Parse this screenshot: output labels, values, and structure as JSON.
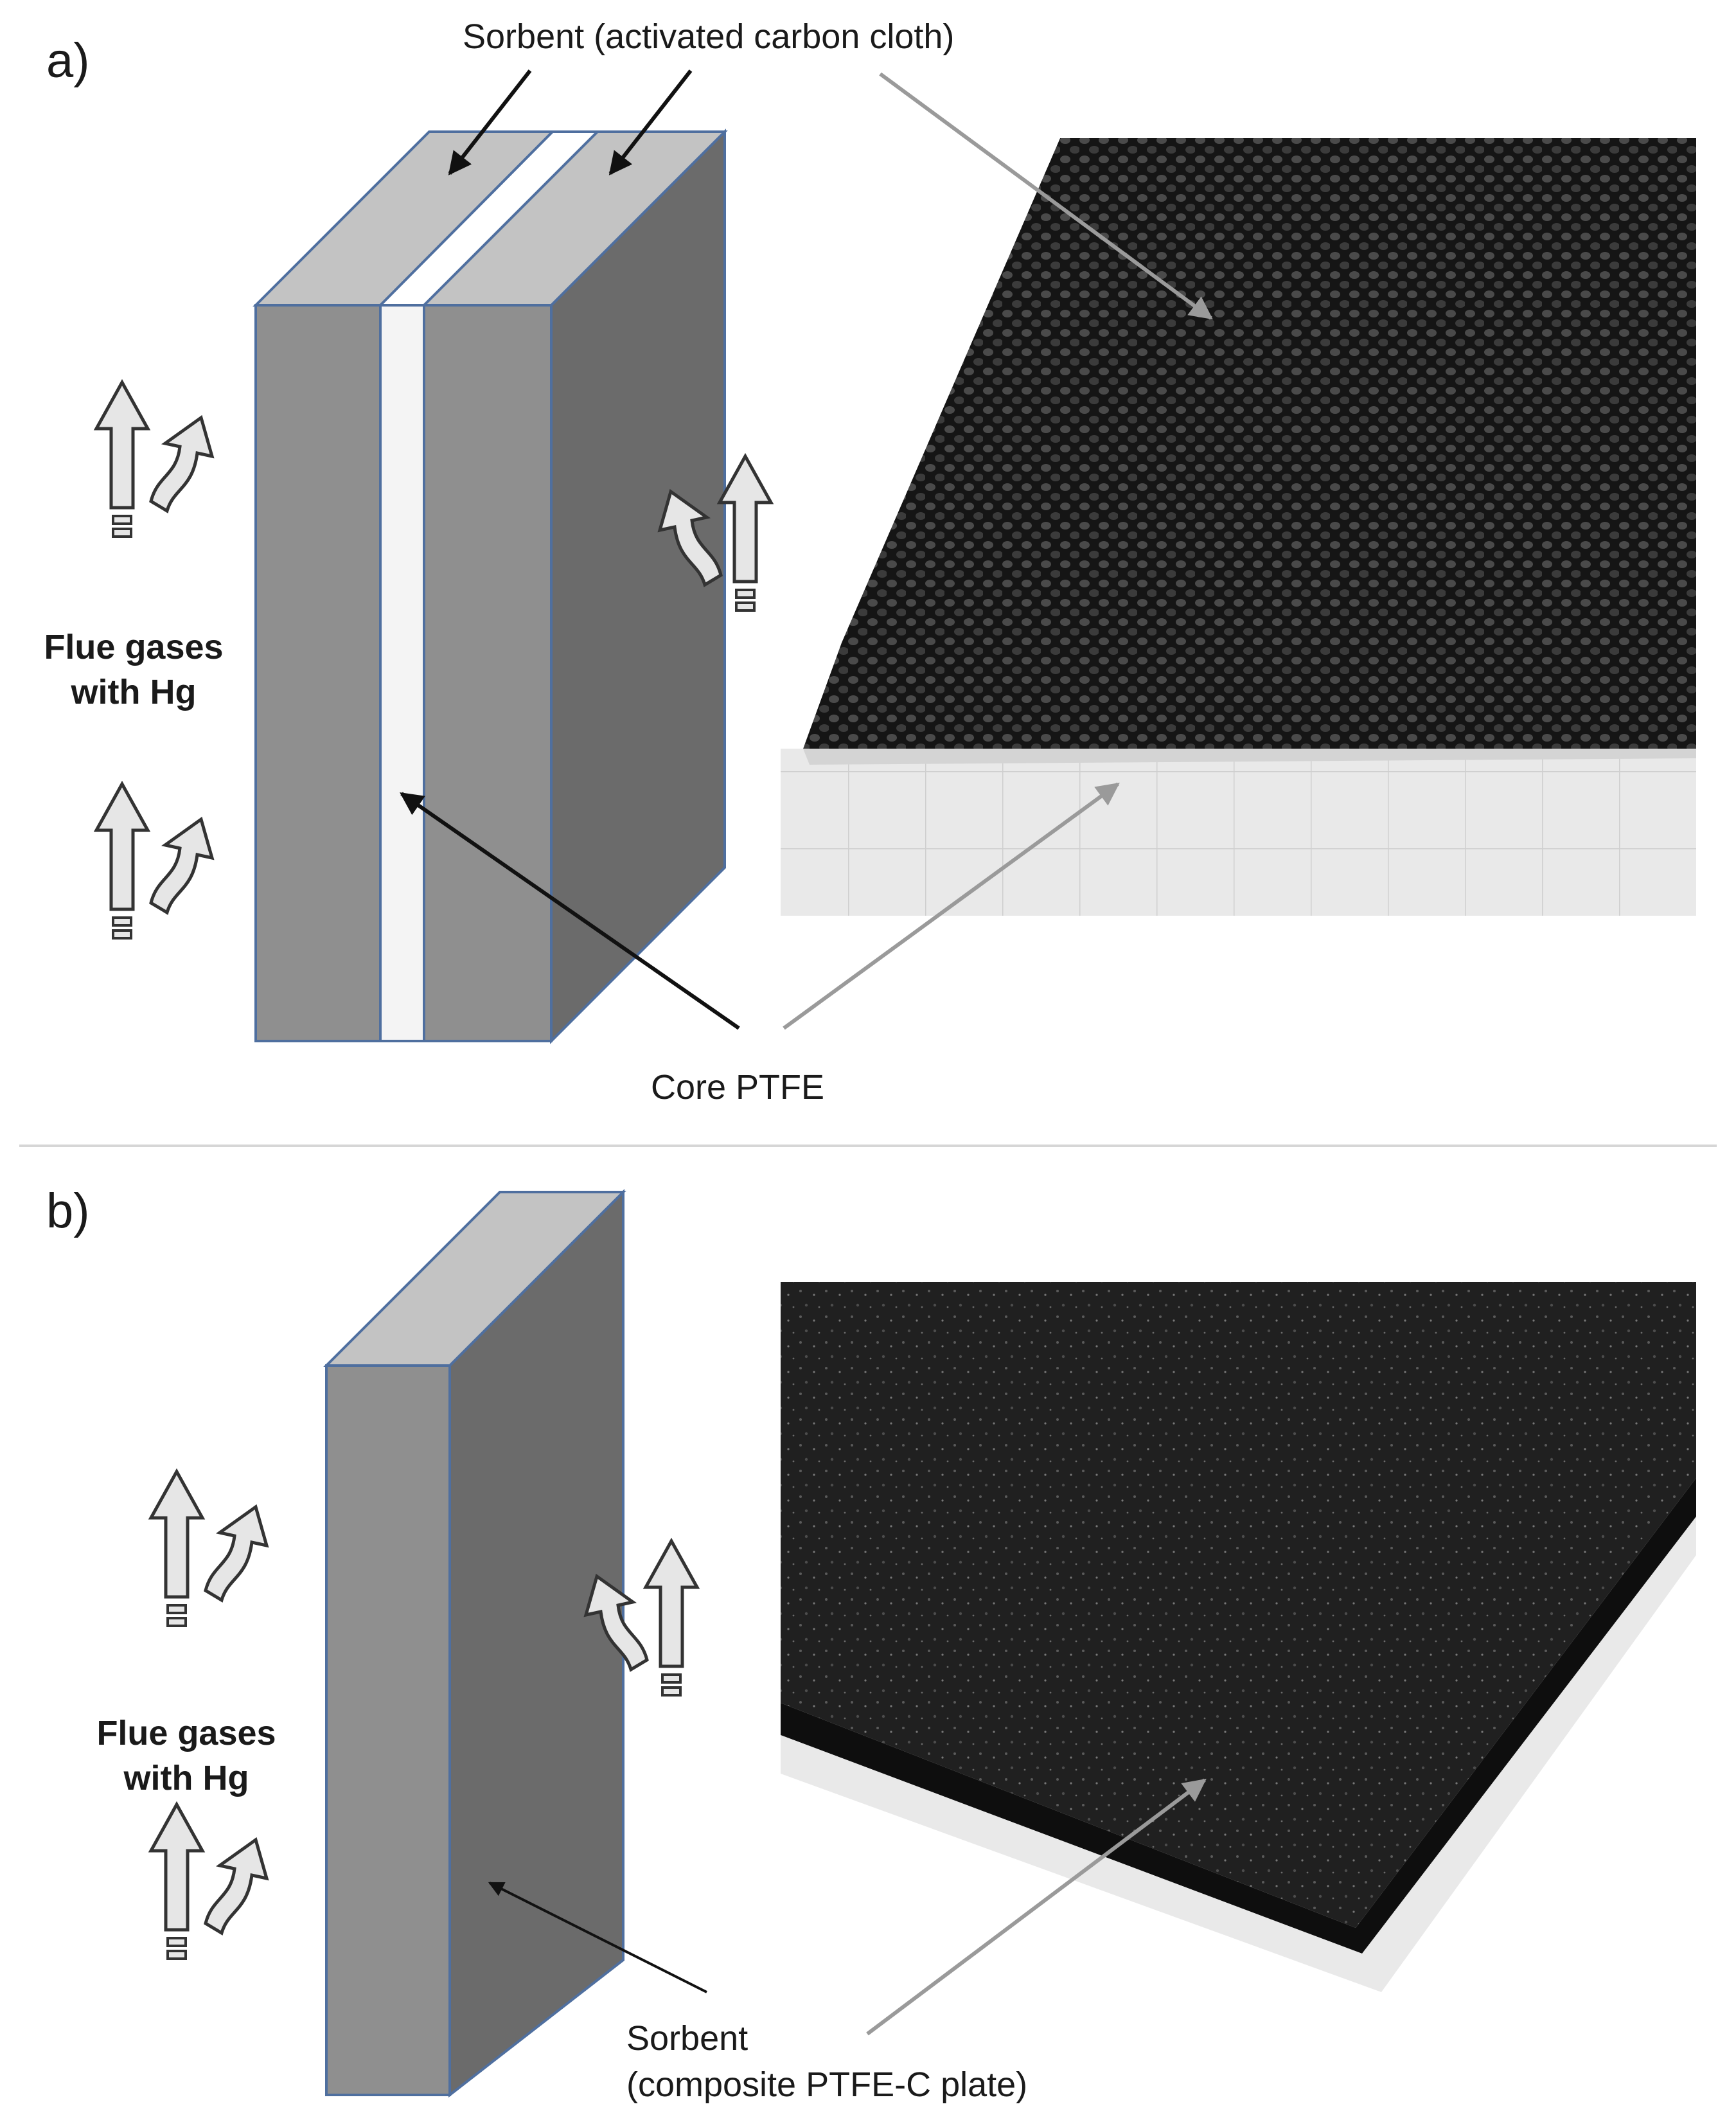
{
  "panels": [
    {
      "id": "a",
      "label": "a)",
      "sorbent_label": "Sorbent (activated carbon cloth)",
      "core_label": "Core PTFE",
      "flow_label_line1": "Flue gases",
      "flow_label_line2": "with Hg"
    },
    {
      "id": "b",
      "label": "b)",
      "flow_label_line1": "Flue gases",
      "flow_label_line2": "with Hg",
      "sorbent_label_line1": "Sorbent",
      "sorbent_label_line2": "(composite PTFE-C plate)"
    }
  ],
  "colors": {
    "block_front": "#8f8f8f",
    "block_side": "#6b6b6b",
    "block_top": "#c3c3c3",
    "core": "#f4f4f4",
    "edge": "#4f6f9f",
    "gray_pointer": "#9a9a9a",
    "black_pointer": "#111111",
    "photo_cloth": "#1c1c1c",
    "photo_plate": "#232323",
    "divider": "#d6d6d6"
  },
  "icons": [
    "flow-up-arrow-icon",
    "flow-curve-arrow-icon"
  ]
}
